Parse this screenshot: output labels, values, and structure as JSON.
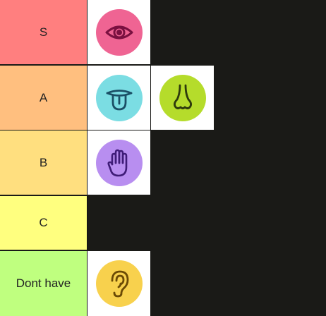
{
  "tiers": [
    {
      "label": "S",
      "color": "#ff7f7f",
      "items": [
        {
          "icon": "eye-icon",
          "bg": "#ef6493"
        }
      ]
    },
    {
      "label": "A",
      "color": "#ffbf7f",
      "items": [
        {
          "icon": "tongue-icon",
          "bg": "#7bdde3"
        },
        {
          "icon": "nose-icon",
          "bg": "#b5dc2b"
        }
      ]
    },
    {
      "label": "B",
      "color": "#ffdf7f",
      "items": [
        {
          "icon": "hand-icon",
          "bg": "#b88ef0"
        }
      ]
    },
    {
      "label": "C",
      "color": "#ffff7f",
      "items": []
    },
    {
      "label": "Dont have",
      "color": "#bfff7f",
      "items": [
        {
          "icon": "ear-icon",
          "bg": "#f8d14d"
        }
      ]
    }
  ]
}
